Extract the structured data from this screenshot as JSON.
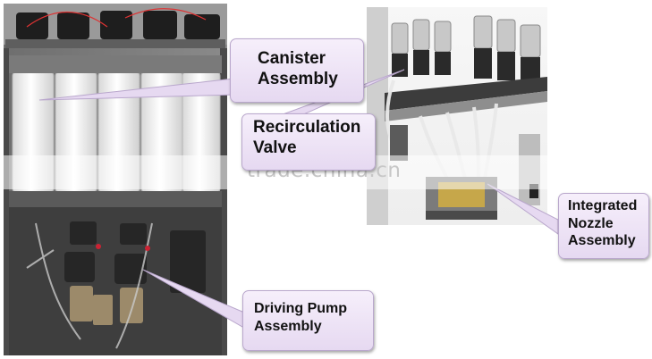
{
  "watermark": "trade.china.cn",
  "callouts": {
    "canister": {
      "line1": "Canister",
      "line2": "Assembly"
    },
    "recirculation": {
      "line1": "Recirculation",
      "line2": "Valve"
    },
    "nozzle": {
      "line1": "Integrated",
      "line2": "Nozzle",
      "line3": "Assembly"
    },
    "pump": {
      "line1": "Driving Pump",
      "line2": "Assembly"
    }
  }
}
